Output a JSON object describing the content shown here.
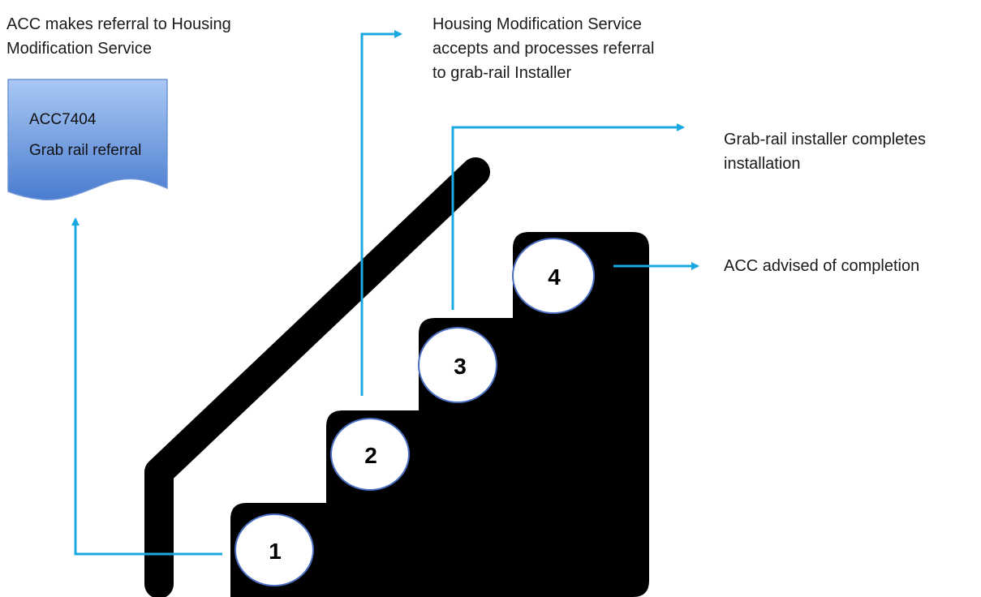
{
  "captions": {
    "step1": [
      "ACC makes referral to Housing",
      "Modification Service"
    ],
    "step2": [
      "Housing Modification Service",
      "accepts and processes referral",
      "to grab-rail Installer"
    ],
    "step3": [
      "Grab-rail installer completes",
      "installation"
    ],
    "step4": [
      "ACC advised of completion"
    ]
  },
  "document": {
    "line1": "ACC7404",
    "line2": "Grab rail referral"
  },
  "steps": [
    "1",
    "2",
    "3",
    "4"
  ],
  "colors": {
    "connector": "#1aa8e0",
    "stairs": "#000000",
    "doc_top": "#9fc3f2",
    "doc_bottom": "#4f7fd0",
    "circle_fill": "#ffffff",
    "circle_stroke": "#4a6fc2"
  }
}
